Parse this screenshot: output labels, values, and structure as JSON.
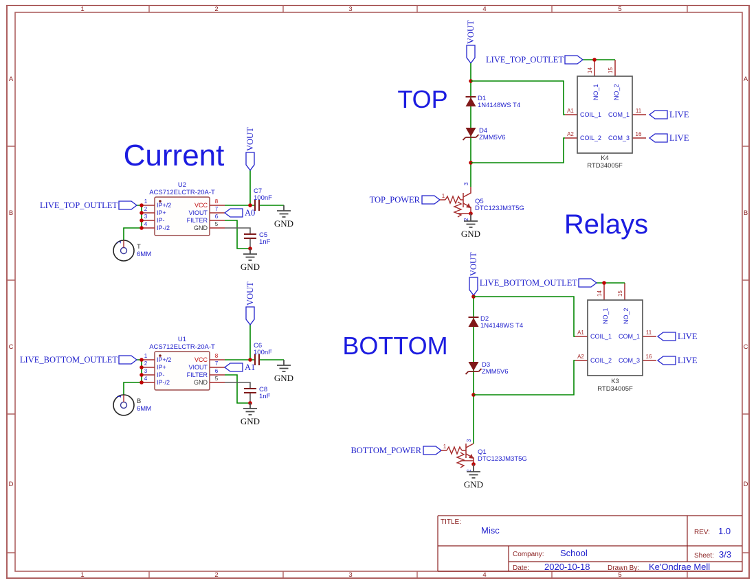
{
  "frame": {
    "columns": [
      "1",
      "2",
      "3",
      "4",
      "5"
    ],
    "rows": [
      "A",
      "B",
      "C",
      "D"
    ]
  },
  "title_block": {
    "title_label": "TITLE:",
    "title": "Misc",
    "rev_label": "REV:",
    "rev": "1.0",
    "company_label": "Company:",
    "company": "School",
    "sheet_label": "Sheet:",
    "sheet": "3/3",
    "date_label": "Date:",
    "date": "2020-10-18",
    "drawn_by_label": "Drawn By:",
    "drawn_by": "Ke'Ondrae Mell"
  },
  "section_labels": {
    "current": "Current",
    "top": "TOP",
    "relays": "Relays",
    "bottom": "BOTTOM"
  },
  "nets": {
    "vout": "VOUT",
    "live_top_outlet": "LIVE_TOP_OUTLET",
    "live_bottom_outlet": "LIVE_BOTTOM_OUTLET",
    "live": "LIVE",
    "top_power": "TOP_POWER",
    "bottom_power": "BOTTOM_POWER",
    "a0": "A0",
    "a1": "A1",
    "gnd": "GND"
  },
  "acs712": {
    "part": "ACS712ELCTR-20A-T",
    "left_names": [
      "IP+/2",
      "IP+",
      "IP-",
      "IP-/2"
    ],
    "left_numbers": [
      "1",
      "2",
      "3",
      "4"
    ],
    "right_names": [
      "VCC",
      "VIOUT",
      "FILTER",
      "GND"
    ],
    "right_numbers": [
      "8",
      "7",
      "6",
      "5"
    ]
  },
  "relay": {
    "part": "RTD34005F",
    "top_names": [
      "NO_1",
      "NO_2"
    ],
    "top_numbers": [
      "14",
      "15"
    ],
    "left_names": [
      "COIL_1",
      "COIL_2"
    ],
    "left_numbers": [
      "A1",
      "A2"
    ],
    "right_names": [
      "COM_1",
      "COM_3"
    ],
    "right_numbers": [
      "11",
      "16"
    ]
  },
  "refs": {
    "u2": "U2",
    "u1": "U1",
    "k4": "K4",
    "k3": "K3",
    "q5": "Q5",
    "q1": "Q1",
    "d1": "D1",
    "d2": "D2",
    "d3": "D3",
    "d4": "D4",
    "c5": "C5",
    "c6": "C6",
    "c7": "C7",
    "c8": "C8",
    "t": "T",
    "b": "B"
  },
  "values": {
    "diode": "1N4148WS T4",
    "zener": "ZMM5V6",
    "transistor": "DTC123JM3T5G",
    "cap_bypass": "100nF",
    "cap_filter": "1nF",
    "hole": "6MM"
  },
  "pins": {
    "tr": [
      "1",
      "2",
      "3"
    ],
    "hole": "1"
  },
  "colors": {
    "wire_green": "#008700",
    "pin_red": "#a52a2a",
    "junction_red": "#c00000",
    "net_blue": "#2020cc",
    "big_label_blue": "#1c1ce0",
    "frame_border": "#ad6060",
    "frame_text": "#8b2222",
    "diode_fill": "#801818",
    "dark_text": "#333333"
  }
}
